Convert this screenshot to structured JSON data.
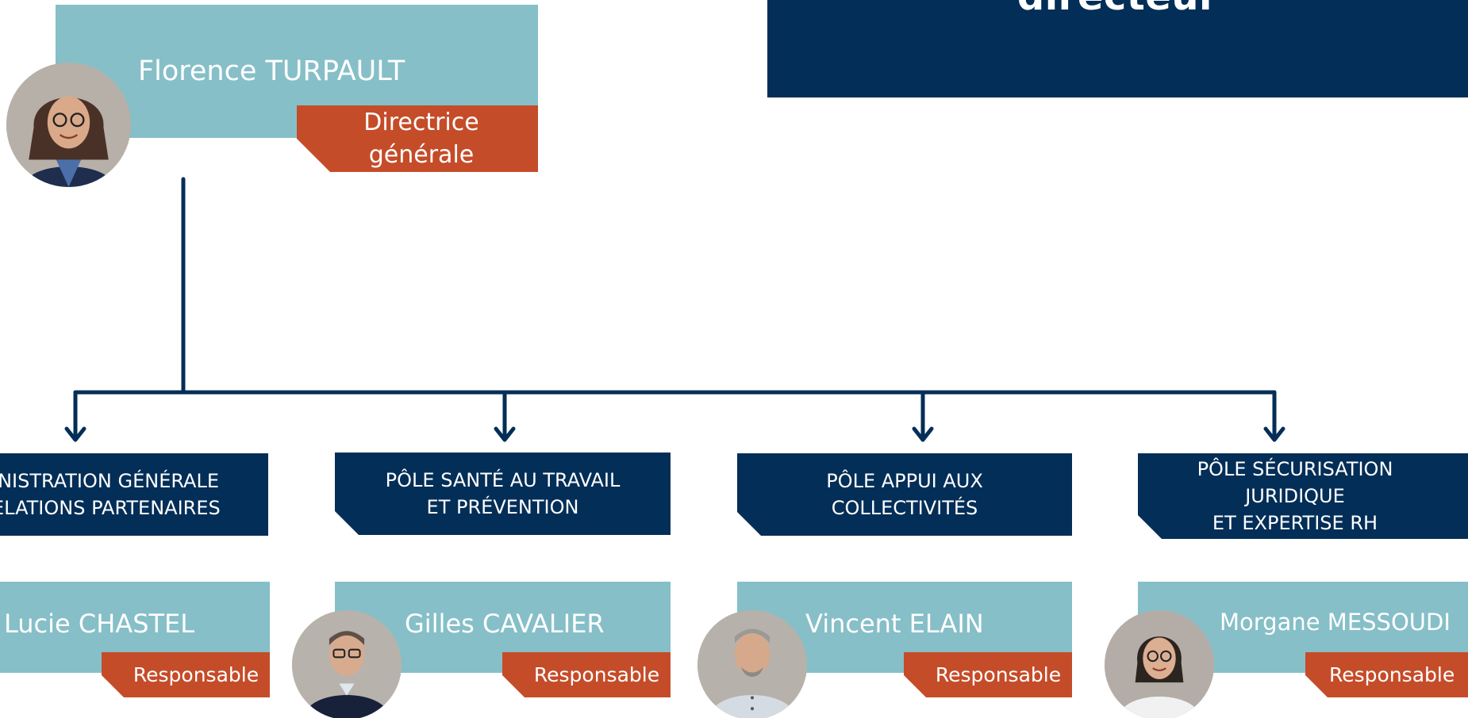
{
  "header": {
    "title": "directeur"
  },
  "director": {
    "name": "Florence TURPAULT",
    "role": "Directrice générale",
    "avatar_icon": "woman-glasses-portrait"
  },
  "poles": [
    {
      "label": "INISTRATION GÉNÉRALE\nELATIONS PARTENAIRES",
      "person": {
        "name": "Lucie CHASTEL",
        "role": "Responsable",
        "avatar_icon": ""
      }
    },
    {
      "label": "PÔLE SANTÉ AU TRAVAIL\nET PRÉVENTION",
      "person": {
        "name": "Gilles CAVALIER",
        "role": "Responsable",
        "avatar_icon": "man-glasses-portrait"
      }
    },
    {
      "label": "PÔLE APPUI AUX\nCOLLECTIVITÉS",
      "person": {
        "name": "Vincent ELAIN",
        "role": "Responsable",
        "avatar_icon": "man-grey-hair-portrait"
      }
    },
    {
      "label": "PÔLE SÉCURISATION\nJURIDIQUE\nET EXPERTISE RH",
      "person": {
        "name": "Morgane MESSOUDI",
        "role": "Responsable",
        "avatar_icon": "woman-glasses-portrait"
      }
    }
  ],
  "colors": {
    "navy": "#032e57",
    "teal": "#86bfc8",
    "orange": "#c54c29",
    "background": "#ffffff"
  }
}
